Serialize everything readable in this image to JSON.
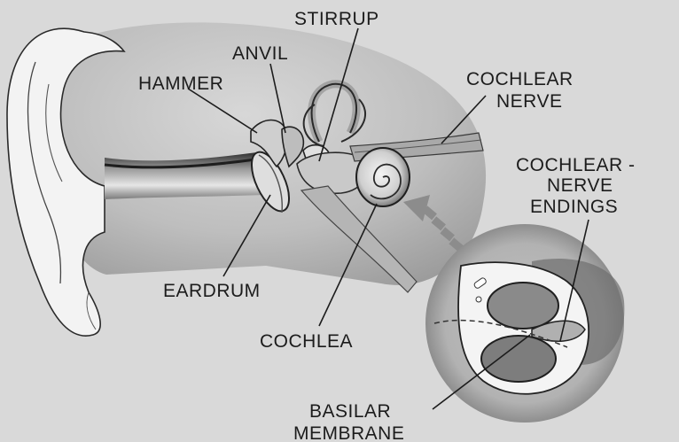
{
  "labels": {
    "stirrup": "STIRRUP",
    "anvil": "ANVIL",
    "hammer": "HAMMER",
    "cochlear_nerve_1": "COCHLEAR",
    "cochlear_nerve_2": "NERVE",
    "cochlear_nerve_endings_1": "COCHLEAR -",
    "cochlear_nerve_endings_2": "NERVE",
    "cochlear_nerve_endings_3": "ENDINGS",
    "eardrum": "EARDRUM",
    "cochlea": "COCHLEA",
    "basilar_membrane_1": "BASILAR",
    "basilar_membrane_2": "MEMBRANE"
  },
  "colors": {
    "background": "#d9d9d9",
    "shade_dark": "#3a3a3a",
    "shade_mid": "#8a8a8a",
    "shade_light": "#bdbdbd",
    "highlight": "#f2f2f2",
    "line": "#1c1c1c"
  }
}
